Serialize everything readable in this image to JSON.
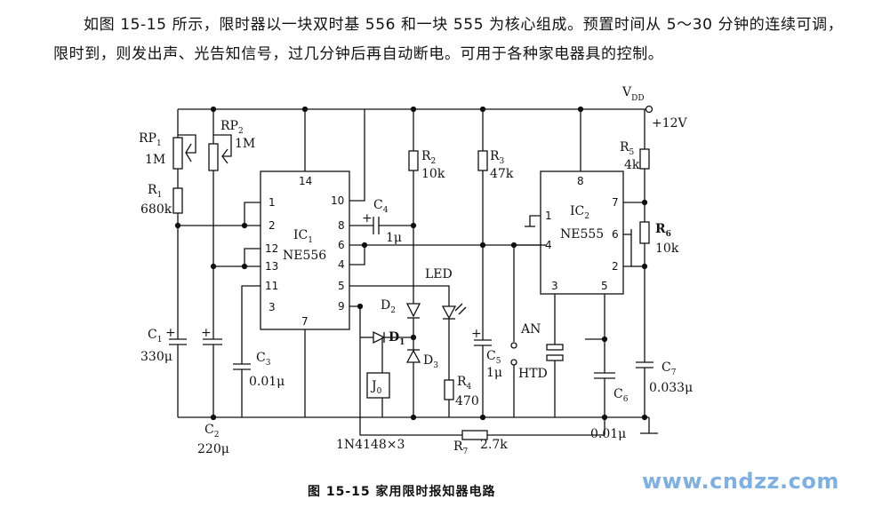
{
  "paragraph": "如图 15-15 所示，限时器以一块双时基 556 和一块 555 为核心组成。预置时间从 5～30 分钟的连续可调，限时到，则发出声、光告知信号，过几分钟后再自动断电。可用于各种家电器具的控制。",
  "labels": {
    "vdd": "V",
    "vdd_sub": "DD",
    "plus12": "+12V",
    "rp1": "RP",
    "rp1_sub": "1",
    "rp1_val": "1M",
    "rp2": "RP",
    "rp2_sub": "2",
    "rp2_val": "1M",
    "r1": "R",
    "r1_sub": "1",
    "r1_val": "680k",
    "c1": "C",
    "c1_sub": "1",
    "c1_val": "330μ",
    "c2": "C",
    "c2_sub": "2",
    "c2_val": "220μ",
    "c3": "C",
    "c3_sub": "3",
    "c3_val": "0.01μ",
    "ic1": "IC",
    "ic1_sub": "1",
    "ic1_type": "NE556",
    "c4": "C",
    "c4_sub": "4",
    "c4_val": "1μ",
    "r2": "R",
    "r2_sub": "2",
    "r2_val": "10k",
    "r3": "R",
    "r3_sub": "3",
    "r3_val": "47k",
    "led": "LED",
    "d1": "D",
    "d1_sub": "1",
    "d2": "D",
    "d2_sub": "2",
    "d3": "D",
    "d3_sub": "3",
    "j0": "J",
    "j0_sub": "0",
    "r4": "R",
    "r4_sub": "4",
    "r4_val": "470",
    "c5": "C",
    "c5_sub": "5",
    "c5_val": "1μ",
    "an": "AN",
    "htd": "HTD",
    "ic2": "IC",
    "ic2_sub": "2",
    "ic2_type": "NE555",
    "r5": "R",
    "r5_sub": "5",
    "r5_val": "4k",
    "r6": "R",
    "r6_sub": "6",
    "r6_val": "10k",
    "c6": "C",
    "c6_sub": "6",
    "c6_val": "0.01μ",
    "c7": "C",
    "c7_sub": "7",
    "c7_val": "0.033μ",
    "r7": "R",
    "r7_sub": "7",
    "r7_val": "2.7k",
    "diodes": "1N4148×3"
  },
  "ic1_pins": [
    "1",
    "2",
    "12",
    "13",
    "11",
    "3",
    "14",
    "10",
    "8",
    "6",
    "4",
    "5",
    "9",
    "7"
  ],
  "ic2_pins": [
    "1",
    "4",
    "8",
    "7",
    "6",
    "2",
    "3",
    "5"
  ],
  "caption": "图 15-15   家用限时报知器电路",
  "watermark": "www.cndzz.com"
}
